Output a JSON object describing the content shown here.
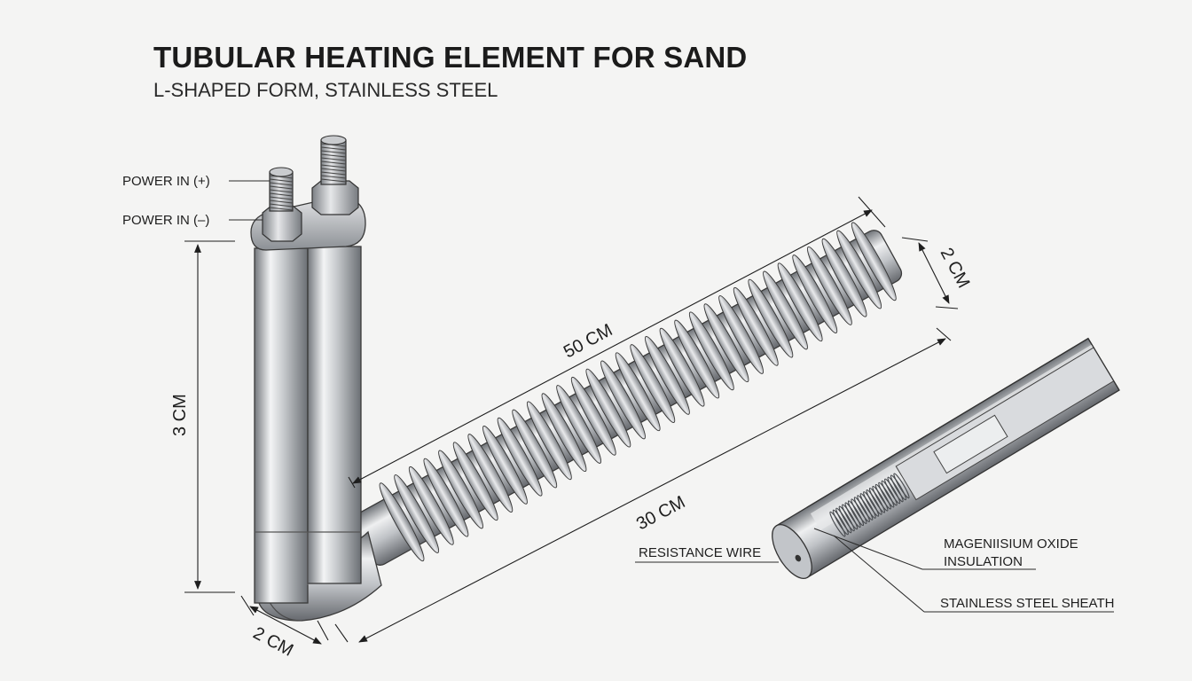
{
  "title": "TUBULAR HEATING ELEMENT FOR SAND",
  "subtitle": "L-SHAPED FORM, STAINLESS STEEL",
  "labels": {
    "power_pos": "POWER IN (+)",
    "power_neg": "POWER IN (–)",
    "resistance_wire": "RESISTANCE WIRE",
    "insulation_line1": "MAGENIISIUM OXIDE",
    "insulation_line2": "INSULATION",
    "sheath": "STAINLESS STEEL SHEATH"
  },
  "dimensions": {
    "vertical_length": "3 CM",
    "bottom_diameter": "2 CM",
    "overall_length": "50 CM",
    "fin_diameter": "2 CM",
    "finned_length": "30 CM"
  },
  "colors": {
    "steel_light": "#f2f3f4",
    "steel_mid": "#b9bcc0",
    "steel_dark": "#6f7378",
    "line": "#2a2a2a"
  }
}
